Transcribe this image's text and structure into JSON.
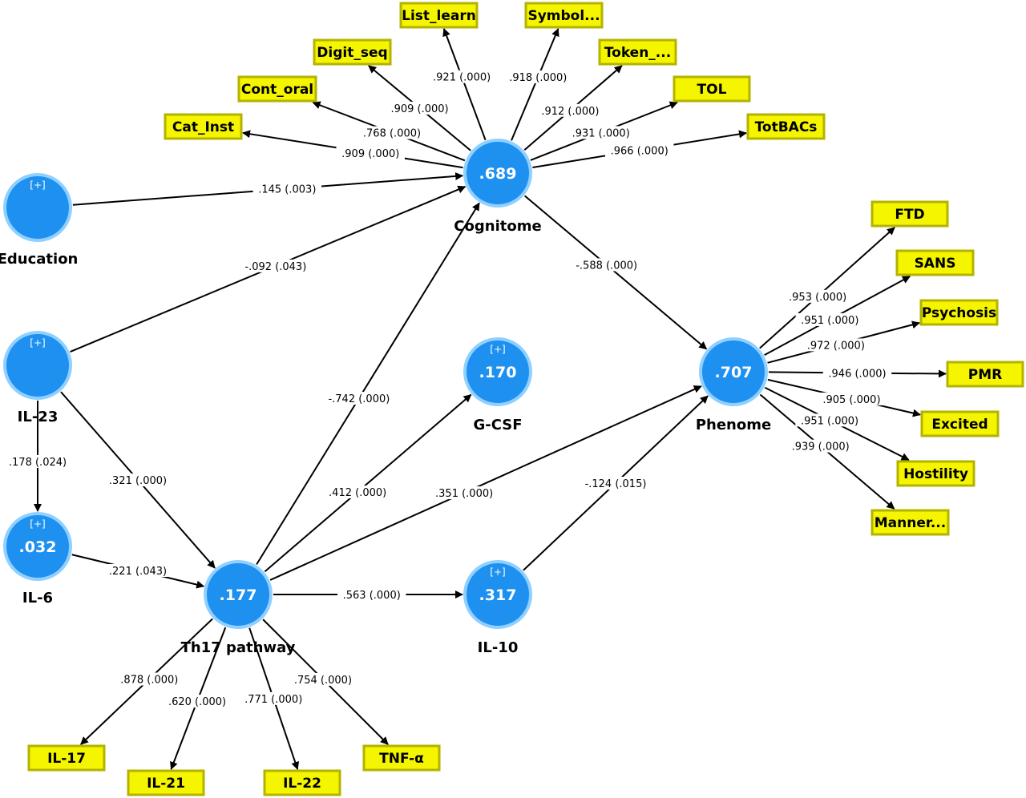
{
  "colors": {
    "latent_fill": "#1e90f0",
    "latent_border": "#8fd0ff",
    "indicator_fill": "#f5f500",
    "indicator_border": "#b3b300"
  },
  "latents": [
    {
      "id": "education",
      "name": "Education",
      "value": "",
      "plus": "[+]"
    },
    {
      "id": "il23",
      "name": "IL-23",
      "value": "",
      "plus": "[+]"
    },
    {
      "id": "il6",
      "name": "IL-6",
      "value": ".032",
      "plus": "[+]"
    },
    {
      "id": "th17",
      "name": "Th17 pathway",
      "value": ".177",
      "plus": ""
    },
    {
      "id": "cognitome",
      "name": "Cognitome",
      "value": ".689",
      "plus": ""
    },
    {
      "id": "gcsf",
      "name": "G-CSF",
      "value": ".170",
      "plus": "[+]"
    },
    {
      "id": "il10",
      "name": "IL-10",
      "value": ".317",
      "plus": "[+]"
    },
    {
      "id": "phenome",
      "name": "Phenome",
      "value": ".707",
      "plus": ""
    }
  ],
  "indicators": [
    {
      "id": "cat_inst",
      "label": "Cat_Inst"
    },
    {
      "id": "cont_oral",
      "label": "Cont_oral"
    },
    {
      "id": "digit_seq",
      "label": "Digit_seq"
    },
    {
      "id": "list_learn",
      "label": "List_learn"
    },
    {
      "id": "symbol",
      "label": "Symbol..."
    },
    {
      "id": "token",
      "label": "Token_..."
    },
    {
      "id": "tol",
      "label": "TOL"
    },
    {
      "id": "totbacs",
      "label": "TotBACs"
    },
    {
      "id": "ftd",
      "label": "FTD"
    },
    {
      "id": "sans",
      "label": "SANS"
    },
    {
      "id": "psychosis",
      "label": "Psychosis"
    },
    {
      "id": "pmr",
      "label": "PMR"
    },
    {
      "id": "excited",
      "label": "Excited"
    },
    {
      "id": "hostility",
      "label": "Hostility"
    },
    {
      "id": "manner",
      "label": "Manner..."
    },
    {
      "id": "il17",
      "label": "IL-17"
    },
    {
      "id": "il21",
      "label": "IL-21"
    },
    {
      "id": "il22",
      "label": "IL-22"
    },
    {
      "id": "tnfa",
      "label": "TNF-α"
    }
  ],
  "edges": [
    {
      "id": "cog_cat",
      "from": "cognitome",
      "to": "cat_inst",
      "label": ".909 (.000)"
    },
    {
      "id": "cog_cont",
      "from": "cognitome",
      "to": "cont_oral",
      "label": ".768 (.000)"
    },
    {
      "id": "cog_digit",
      "from": "cognitome",
      "to": "digit_seq",
      "label": ".909 (.000)"
    },
    {
      "id": "cog_list",
      "from": "cognitome",
      "to": "list_learn",
      "label": ".921 (.000)"
    },
    {
      "id": "cog_symbol",
      "from": "cognitome",
      "to": "symbol",
      "label": ".918 (.000)"
    },
    {
      "id": "cog_token",
      "from": "cognitome",
      "to": "token",
      "label": ".912 (.000)"
    },
    {
      "id": "cog_tol",
      "from": "cognitome",
      "to": "tol",
      "label": ".931 (.000)"
    },
    {
      "id": "cog_tot",
      "from": "cognitome",
      "to": "totbacs",
      "label": ".966 (.000)"
    },
    {
      "id": "edu_cog",
      "from": "education",
      "to": "cognitome",
      "label": ".145 (.003)"
    },
    {
      "id": "il23_cog",
      "from": "il23",
      "to": "cognitome",
      "label": "-.092 (.043)"
    },
    {
      "id": "il23_il6",
      "from": "il23",
      "to": "il6",
      "label": ".178 (.024)"
    },
    {
      "id": "il23_th17",
      "from": "il23",
      "to": "th17",
      "label": ".321 (.000)"
    },
    {
      "id": "il6_th17",
      "from": "il6",
      "to": "th17",
      "label": ".221 (.043)"
    },
    {
      "id": "th17_cog",
      "from": "th17",
      "to": "cognitome",
      "label": "-.742 (.000)"
    },
    {
      "id": "th17_gcsf",
      "from": "th17",
      "to": "gcsf",
      "label": ".412 (.000)"
    },
    {
      "id": "th17_phen",
      "from": "th17",
      "to": "phenome",
      "label": ".351 (.000)"
    },
    {
      "id": "th17_il10",
      "from": "th17",
      "to": "il10",
      "label": ".563 (.000)"
    },
    {
      "id": "il10_phen",
      "from": "il10",
      "to": "phenome",
      "label": "-.124 (.015)"
    },
    {
      "id": "cog_phen",
      "from": "cognitome",
      "to": "phenome",
      "label": "-.588 (.000)"
    },
    {
      "id": "phen_ftd",
      "from": "phenome",
      "to": "ftd",
      "label": ".953 (.000)"
    },
    {
      "id": "phen_sans",
      "from": "phenome",
      "to": "sans",
      "label": ".951 (.000)"
    },
    {
      "id": "phen_psy",
      "from": "phenome",
      "to": "psychosis",
      "label": ".972 (.000)"
    },
    {
      "id": "phen_pmr",
      "from": "phenome",
      "to": "pmr",
      "label": ".946 (.000)"
    },
    {
      "id": "phen_exc",
      "from": "phenome",
      "to": "excited",
      "label": ".905 (.000)"
    },
    {
      "id": "phen_host",
      "from": "phenome",
      "to": "hostility",
      "label": ".951 (.000)"
    },
    {
      "id": "phen_man",
      "from": "phenome",
      "to": "manner",
      "label": ".939 (.000)"
    },
    {
      "id": "th17_il17",
      "from": "th17",
      "to": "il17",
      "label": ".878 (.000)"
    },
    {
      "id": "th17_il21",
      "from": "th17",
      "to": "il21",
      "label": ".620 (.000)"
    },
    {
      "id": "th17_il22",
      "from": "th17",
      "to": "il22",
      "label": ".771 (.000)"
    },
    {
      "id": "th17_tnf",
      "from": "th17",
      "to": "tnfa",
      "label": ".754 (.000)"
    }
  ]
}
